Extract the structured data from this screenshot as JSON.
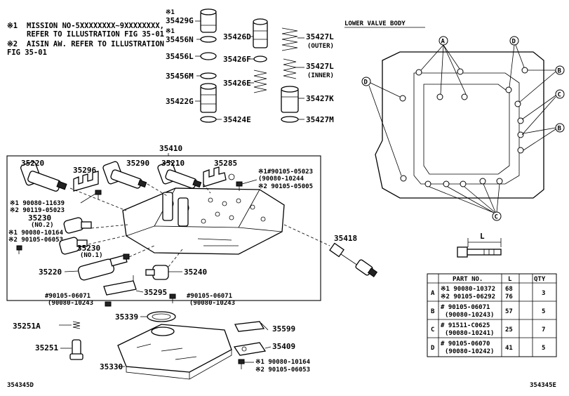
{
  "notes": {
    "n1_mark": "※1",
    "n1_line1": "MISSION NO-5XXXXXXXX~9XXXXXXXX,",
    "n1_line2": "REFER TO ILLUSTRATION FIG 35-01",
    "n2_mark": "※2",
    "n2_line1": "AISIN AW. REFER TO ILLUSTRATION",
    "n2_line2": "FIG 35-01"
  },
  "section_title": "LOWER VALVE BODY",
  "callout_letters": {
    "a": "A",
    "b": "B",
    "c": "C",
    "d": "D"
  },
  "dim_label": "L",
  "top_parts": {
    "p35429G_mark": "※1",
    "p35429G": "35429G",
    "p35456N_mark": "※1",
    "p35456N": "35456N",
    "p35456L": "35456L",
    "p35456M": "35456M",
    "p35422G": "35422G",
    "p35426D": "35426D",
    "p35426F": "35426F",
    "p35426E": "35426E",
    "p35424E": "35424E",
    "p35427L_outer": "35427L",
    "outer": "(OUTER)",
    "p35427L_inner": "35427L",
    "inner": "(INNER)",
    "p35427K": "35427K",
    "p35427M": "35427M"
  },
  "box_parts": {
    "p35410": "35410",
    "p35220a": "35220",
    "p35296": "35296",
    "p35290": "35290",
    "p35210": "35210",
    "p35285": "35285",
    "bolt1_l1": "※1 90080-11639",
    "bolt1_l2": "※2 90119-05023",
    "bolt2_l1": "※1#90105-05023",
    "bolt2_l2": "(90080-10244",
    "bolt2_l3": "※2 90105-05005",
    "p35230a": "35230",
    "no2": "(NO.2)",
    "bolt3_l1": "※1 90080-10164",
    "bolt3_l2": "※2 90105-06053",
    "p35230b": "35230",
    "no1": "(NO.1)",
    "p35220b": "35220",
    "p35240": "35240",
    "bolt4_l1": "#90105-06071",
    "bolt4_l2": "(90080-10243",
    "p35295": "35295",
    "bolt5_l1": "#90105-06071",
    "bolt5_l2": "(90080-10243"
  },
  "right_parts": {
    "p35418": "35418"
  },
  "bottom_parts": {
    "p35339": "35339",
    "p35599": "35599",
    "p35251A": "35251A",
    "p35409": "35409",
    "p35251": "35251",
    "p35330": "35330",
    "bolt6_l1": "※1 90080-10164",
    "bolt6_l2": "※2 90105-06053"
  },
  "figure_codes": {
    "left": "354345D",
    "right": "354345E"
  },
  "bolt_table": {
    "headers": [
      "",
      "PART NO.",
      "L",
      "QTY"
    ],
    "rows": [
      {
        "key": "A",
        "part1": "※1 90080-10372",
        "part2": "※2 90105-06292",
        "l1": "68",
        "l2": "76",
        "qty": "3"
      },
      {
        "key": "B",
        "part1": "# 90105-06071",
        "part2": "(90080-10243)",
        "l1": "57",
        "l2": "",
        "qty": "5"
      },
      {
        "key": "C",
        "part1": "# 91511-C0625",
        "part2": "(90080-10241)",
        "l1": "25",
        "l2": "",
        "qty": "7"
      },
      {
        "key": "D",
        "part1": "# 90105-06070",
        "part2": "(90080-10242)",
        "l1": "41",
        "l2": "",
        "qty": "5"
      }
    ]
  }
}
